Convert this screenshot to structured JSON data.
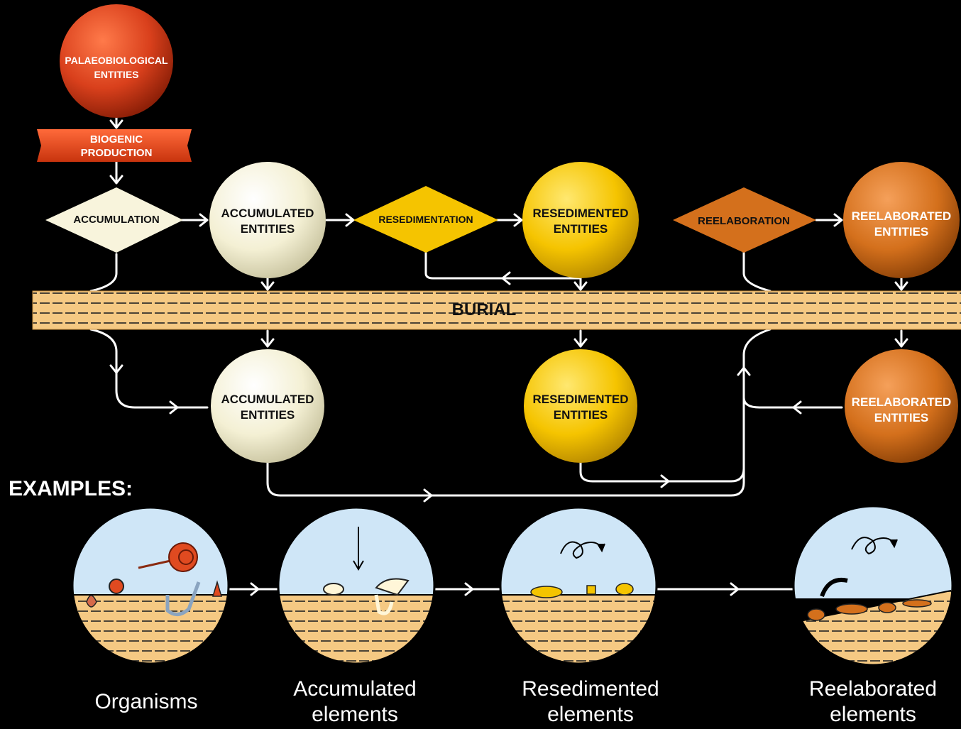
{
  "nodes": {
    "palaeobiological": [
      "PALAEOBIOLOGICAL",
      "ENTITIES"
    ],
    "biogenic_production": [
      "BIOGENIC",
      "PRODUCTION"
    ],
    "accumulation": "ACCUMULATION",
    "accumulated_top": [
      "ACCUMULATED",
      "ENTITIES"
    ],
    "resedimentation": "RESEDIMENTATION",
    "resedimented_top": [
      "RESEDIMENTED",
      "ENTITIES"
    ],
    "reelaboration": "REELABORATION",
    "reelaborated_top": [
      "REELABORATED",
      "ENTITIES"
    ],
    "burial": "BURIAL",
    "accumulated_bottom": [
      "ACCUMULATED",
      "ENTITIES"
    ],
    "resedimented_bottom": [
      "RESEDIMENTED",
      "ENTITIES"
    ],
    "reelaborated_bottom": [
      "REELABORATED",
      "ENTITIES"
    ]
  },
  "examples": {
    "heading": "EXAMPLES:",
    "captions": [
      [
        "Organisms"
      ],
      [
        "Accumulated",
        "elements"
      ],
      [
        "Resedimented",
        "elements"
      ],
      [
        "Reelaborated",
        "elements"
      ]
    ]
  },
  "colors": {
    "red": "#d9401c",
    "cream": "#f8f4dc",
    "yellow": "#f5c400",
    "orange": "#d4701c",
    "sediment": "#f5c983",
    "water": "#cfe6f7"
  }
}
